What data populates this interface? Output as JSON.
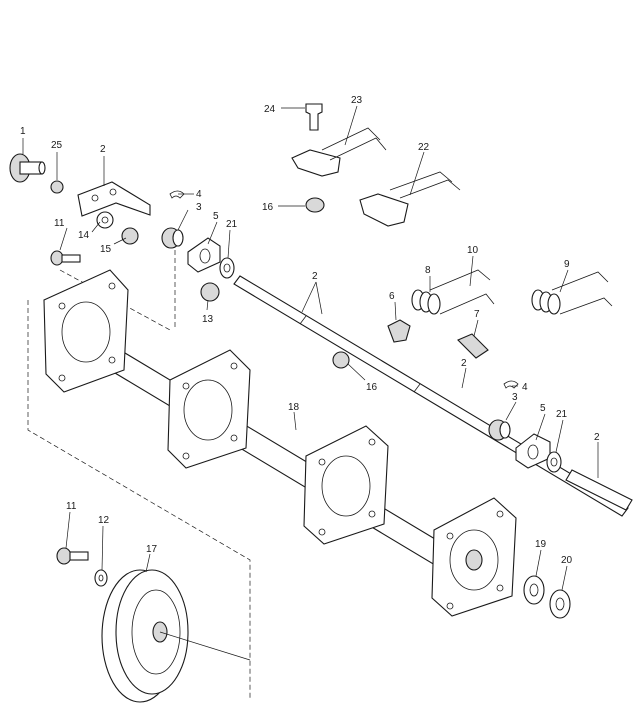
{
  "labels": {
    "p1": "1",
    "p25": "25",
    "p2a": "2",
    "p4a": "4",
    "p3a": "3",
    "p5a": "5",
    "p21a": "21",
    "p11a": "11",
    "p14": "14",
    "p15": "15",
    "p13": "13",
    "p24": "24",
    "p23": "23",
    "p22": "22",
    "p16a": "16",
    "p10": "10",
    "p8": "8",
    "p6": "6",
    "p7": "7",
    "p9": "9",
    "p2b": "2",
    "p16b": "16",
    "p2c": "2",
    "p4b": "4",
    "p3b": "3",
    "p5b": "5",
    "p21b": "21",
    "p2d": "2",
    "p18": "18",
    "p19": "19",
    "p20": "20",
    "p11b": "11",
    "p12": "12",
    "p17": "17"
  },
  "colors": {
    "ink": "#1a1a1a",
    "shade": "#d9d9d9",
    "paper": "#ffffff"
  }
}
